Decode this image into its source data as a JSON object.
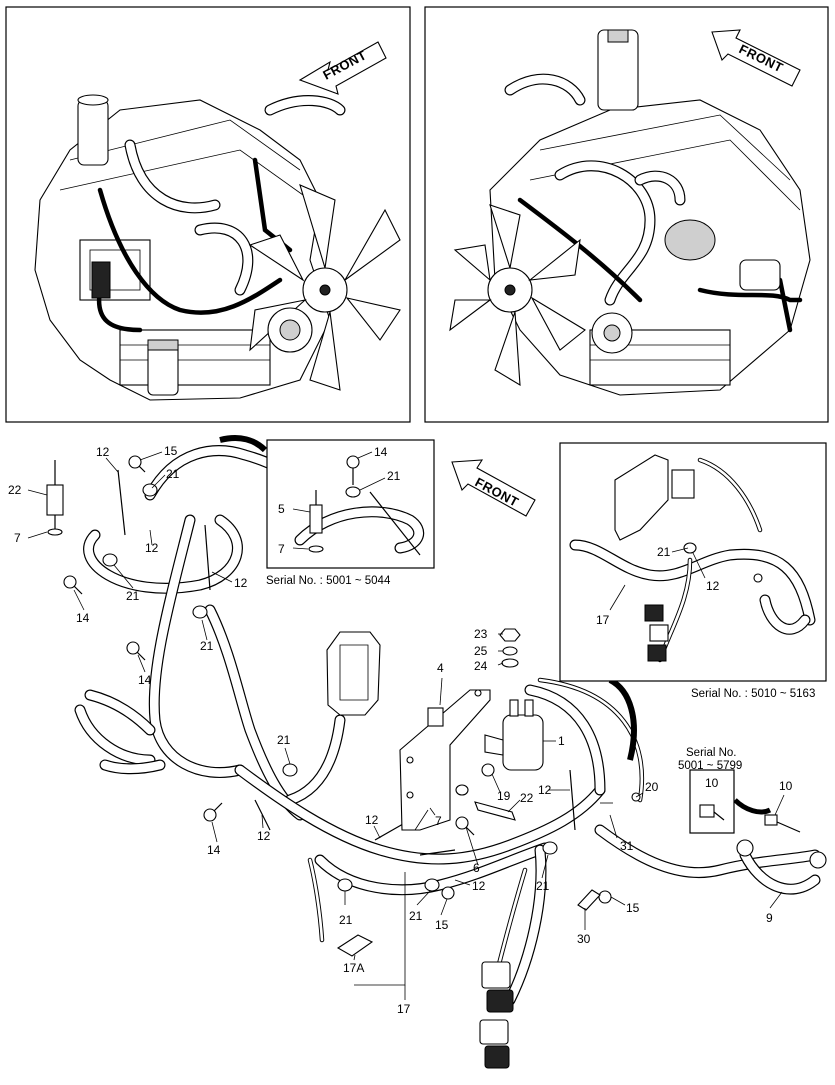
{
  "front_arrows": [
    {
      "id": "front-arrow-left-engine",
      "label": "FRONT"
    },
    {
      "id": "front-arrow-right-engine",
      "label": "FRONT"
    },
    {
      "id": "front-arrow-harness",
      "label": "FRONT"
    }
  ],
  "serial_labels": {
    "inset_a": "Serial No. : 5001 ~ 5044",
    "inset_b": "Serial No. : 5010 ~ 5163",
    "inset_c_line1": "Serial No.",
    "inset_c_line2": "5001 ~ 5799"
  },
  "callouts": [
    {
      "id": "c-22-a",
      "text": "22"
    },
    {
      "id": "c-12-a",
      "text": "12"
    },
    {
      "id": "c-15-a",
      "text": "15"
    },
    {
      "id": "c-21-a",
      "text": "21"
    },
    {
      "id": "c-7-a",
      "text": "7"
    },
    {
      "id": "c-12-b",
      "text": "12"
    },
    {
      "id": "c-21-b",
      "text": "21"
    },
    {
      "id": "c-12-c",
      "text": "12"
    },
    {
      "id": "c-14-a",
      "text": "14"
    },
    {
      "id": "c-21-c",
      "text": "21"
    },
    {
      "id": "c-14-b",
      "text": "14"
    },
    {
      "id": "c-14-inset",
      "text": "14"
    },
    {
      "id": "c-21-inset",
      "text": "21"
    },
    {
      "id": "c-5-inset",
      "text": "5"
    },
    {
      "id": "c-7-inset",
      "text": "7"
    },
    {
      "id": "c-21-insetb",
      "text": "21"
    },
    {
      "id": "c-12-insetb",
      "text": "12"
    },
    {
      "id": "c-17-insetb",
      "text": "17"
    },
    {
      "id": "c-23",
      "text": "23"
    },
    {
      "id": "c-25",
      "text": "25"
    },
    {
      "id": "c-24",
      "text": "24"
    },
    {
      "id": "c-4",
      "text": "4"
    },
    {
      "id": "c-1",
      "text": "1"
    },
    {
      "id": "c-21-d",
      "text": "21"
    },
    {
      "id": "c-14-c",
      "text": "14"
    },
    {
      "id": "c-12-d",
      "text": "12"
    },
    {
      "id": "c-7-b",
      "text": "7"
    },
    {
      "id": "c-19",
      "text": "19"
    },
    {
      "id": "c-22-b",
      "text": "22"
    },
    {
      "id": "c-12-e",
      "text": "12"
    },
    {
      "id": "c-20",
      "text": "20"
    },
    {
      "id": "c-12-f",
      "text": "12"
    },
    {
      "id": "c-6",
      "text": "6"
    },
    {
      "id": "c-31",
      "text": "31"
    },
    {
      "id": "c-12-g",
      "text": "12"
    },
    {
      "id": "c-21-e",
      "text": "21"
    },
    {
      "id": "c-21-f",
      "text": "21"
    },
    {
      "id": "c-15-b",
      "text": "15"
    },
    {
      "id": "c-21-g",
      "text": "21"
    },
    {
      "id": "c-15-c",
      "text": "15"
    },
    {
      "id": "c-30",
      "text": "30"
    },
    {
      "id": "c-17a",
      "text": "17A"
    },
    {
      "id": "c-17",
      "text": "17"
    },
    {
      "id": "c-10-a",
      "text": "10"
    },
    {
      "id": "c-10-b",
      "text": "10"
    },
    {
      "id": "c-9",
      "text": "9"
    }
  ]
}
